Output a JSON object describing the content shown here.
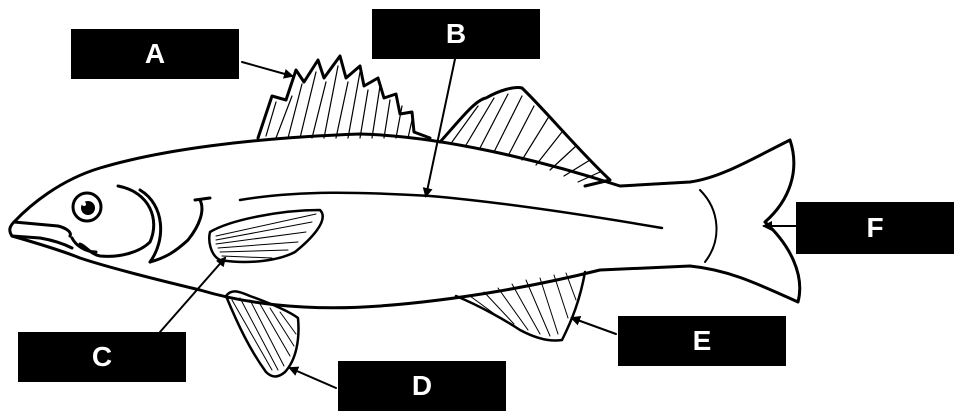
{
  "diagram": {
    "subject": "fish-anatomy",
    "labels": {
      "a": "A",
      "b": "B",
      "c": "C",
      "d": "D",
      "e": "E",
      "f": "F"
    },
    "colors": {
      "ink": "#000000",
      "paper": "#ffffff"
    }
  }
}
